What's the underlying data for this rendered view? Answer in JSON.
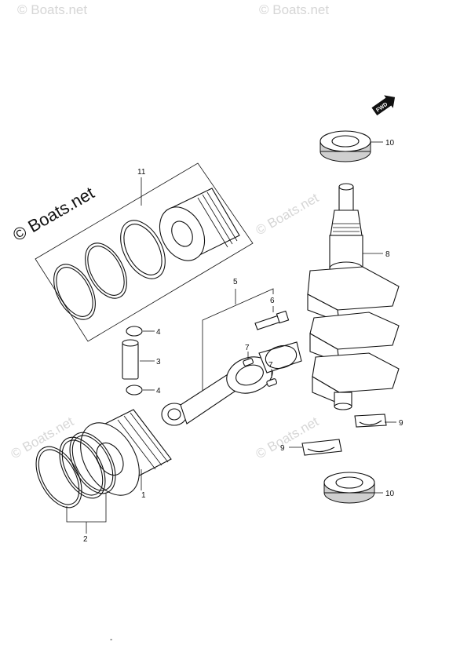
{
  "watermark": {
    "main": "© Boats.net",
    "faint": "© Boats.net"
  },
  "direction_marker": "FWD",
  "callouts": {
    "c1": "1",
    "c2": "2",
    "c3": "3",
    "c4a": "4",
    "c4b": "4",
    "c5": "5",
    "c6": "6",
    "c7a": "7",
    "c7b": "7",
    "c8": "8",
    "c9a": "9",
    "c9b": "9",
    "c10a": "10",
    "c10b": "10",
    "c11": "11"
  },
  "page_mark": "-"
}
